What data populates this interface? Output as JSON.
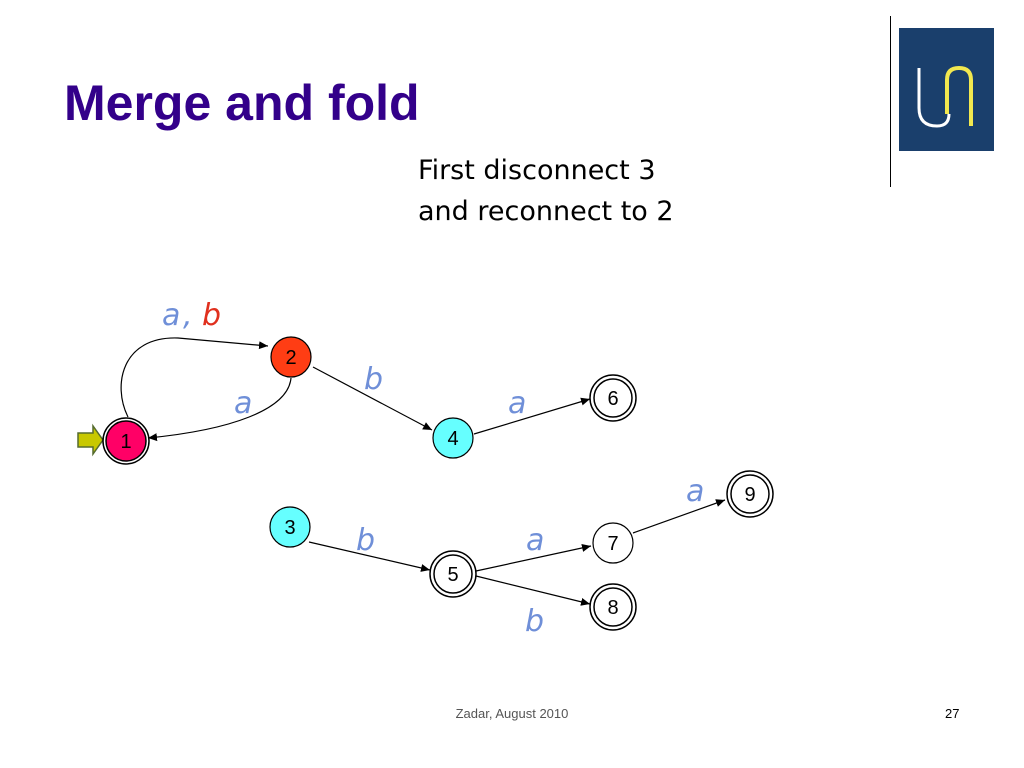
{
  "slide": {
    "title": "Merge and fold",
    "note_line1": "First disconnect 3",
    "note_line2": "and reconnect to 2",
    "footer": "Zadar, August 2010",
    "page_number": "27"
  },
  "colors": {
    "title": "#33008a",
    "label_blue": "#6f8fd8",
    "label_red": "#e0301e",
    "node_red": "#ff3d14",
    "node_pink": "#ff0066",
    "node_cyan": "#66ffff",
    "logo_bg": "#1a3f6c",
    "logo_mark": "#f2e84f",
    "start_arrow": "#c8c800"
  },
  "diagram": {
    "nodes": {
      "n1": "1",
      "n2": "2",
      "n3": "3",
      "n4": "4",
      "n5": "5",
      "n6": "6",
      "n7": "7",
      "n8": "8",
      "n9": "9"
    },
    "edges": {
      "e_1_2_a": "a",
      "e_1_2_comma": ",",
      "e_1_2_b": "b",
      "e_2_1": "a",
      "e_2_4": "b",
      "e_4_6": "a",
      "e_3_5": "b",
      "e_5_7": "a",
      "e_5_8": "b",
      "e_7_9": "a"
    }
  }
}
